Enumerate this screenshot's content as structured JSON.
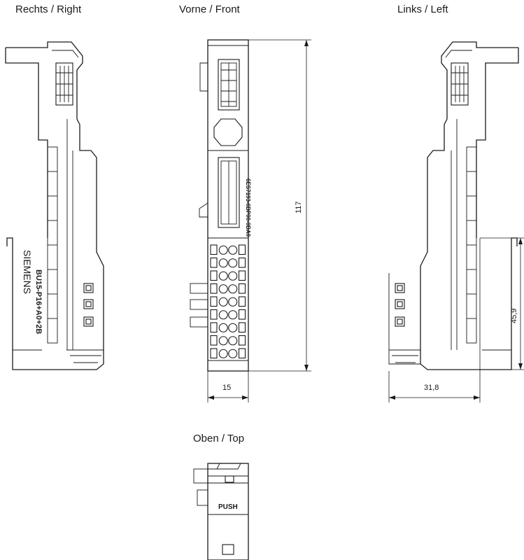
{
  "views": {
    "right": "Rechts / Right",
    "front": "Vorne / Front",
    "left": "Links / Left",
    "top": "Oben / Top"
  },
  "labels": {
    "brand": "SIEMENS",
    "model": "BU15-P16+A0+2B",
    "article": "6ES7193-6BP00-0BA0",
    "push": "PUSH"
  },
  "dimensions": {
    "height": "117",
    "width_front": "15",
    "depth": "31,8",
    "height_partial": "45,9"
  },
  "colors": {
    "line": "#1a1a1a",
    "background": "#ffffff"
  }
}
